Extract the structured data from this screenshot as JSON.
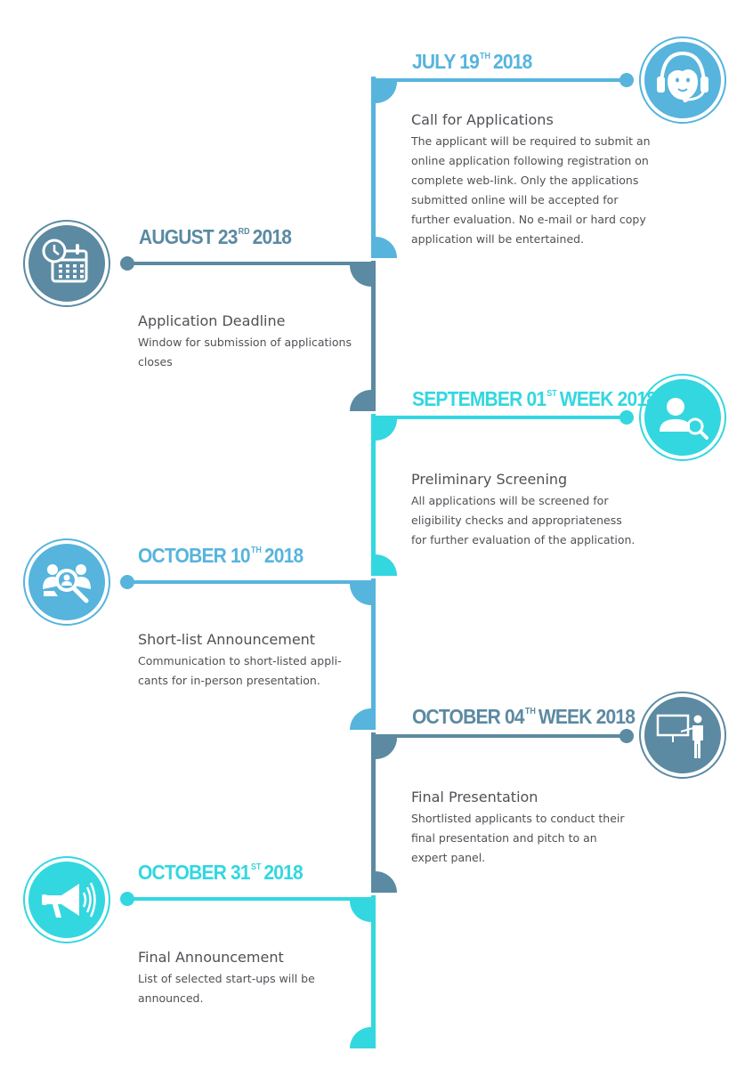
{
  "colors": {
    "light_blue": "#57b4dd",
    "slate_blue": "#5b8aa2",
    "cyan": "#33d7e0",
    "text": "#4f5156"
  },
  "events": [
    {
      "date": {
        "pre": "JULY 19",
        "sup": "TH",
        "post": "2018"
      },
      "title": "Call for Applications",
      "lines": [
        "The applicant will be required to submit an",
        "online application following registration on",
        "complete web-link. Only the applications",
        "submitted online will be accepted for",
        "further evaluation. No e-mail or hard copy",
        "application will be entertained."
      ],
      "icon": "customer-support-headset-icon",
      "color": "#57b4dd",
      "side": "right"
    },
    {
      "date": {
        "pre": "AUGUST 23",
        "sup": "RD",
        "post": "2018"
      },
      "title": "Application Deadline",
      "lines": [
        "Window for submission of applications",
        "closes"
      ],
      "icon": "calendar-clock-icon",
      "color": "#5b8aa2",
      "side": "left"
    },
    {
      "date": {
        "pre": "SEPTEMBER 01",
        "sup": "ST",
        "post": "WEEK 2018"
      },
      "title": "Preliminary Screening",
      "lines": [
        "All applications will be screened for",
        "eligibility checks and appropriateness",
        "for further evaluation of the application."
      ],
      "icon": "person-magnifier-icon",
      "color": "#33d7e0",
      "side": "right"
    },
    {
      "date": {
        "pre": "OCTOBER 10",
        "sup": "TH",
        "post": "2018"
      },
      "title": "Short-list Announcement",
      "lines": [
        "Communication to short-listed appli-",
        "cants for in-person presentation."
      ],
      "icon": "group-search-icon",
      "color": "#57b4dd",
      "side": "left"
    },
    {
      "date": {
        "pre": "OCTOBER 04",
        "sup": "TH",
        "post": "WEEK 2018"
      },
      "title": "Final Presentation",
      "lines": [
        "Shortlisted applicants to conduct their",
        "final presentation and pitch to an",
        "expert panel."
      ],
      "icon": "presenter-board-icon",
      "color": "#5b8aa2",
      "side": "right"
    },
    {
      "date": {
        "pre": "OCTOBER 31",
        "sup": "ST",
        "post": "2018"
      },
      "title": "Final Announcement",
      "lines": [
        "List of selected start-ups will be",
        "announced."
      ],
      "icon": "megaphone-icon",
      "color": "#33d7e0",
      "side": "left"
    }
  ]
}
